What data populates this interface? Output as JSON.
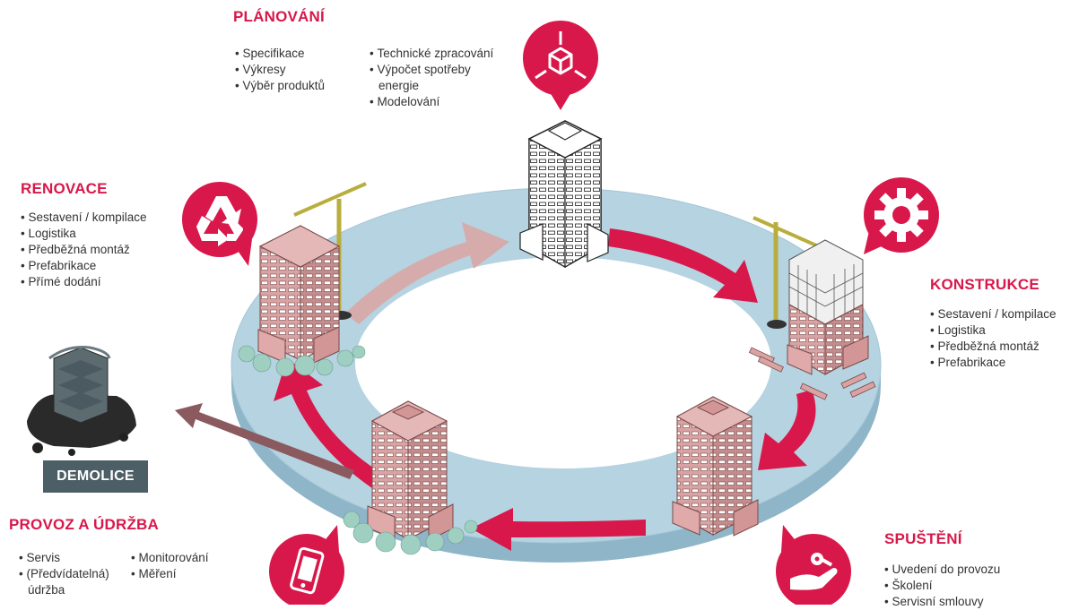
{
  "planovani": {
    "title": "PLÁNOVÁNÍ",
    "col1": [
      "Specifikace",
      "Výkresy",
      "Výběr produktů"
    ],
    "col2_items": [
      "Technické zpracování",
      "Výpočet spotřeby",
      "energie",
      "Modelování"
    ]
  },
  "renovace": {
    "title": "RENOVACE",
    "items": [
      "Sestavení / kompilace",
      "Logistika",
      "Předběžná montáž",
      "Prefabrikace",
      "Přímé dodání"
    ]
  },
  "konstrukce": {
    "title": "KONSTRUKCE",
    "items": [
      "Sestavení / kompilace",
      "Logistika",
      "Předběžná montáž",
      "Prefabrikace"
    ]
  },
  "demolice": {
    "label": "DEMOLICE"
  },
  "provoz": {
    "title": "PROVOZ A ÚDRŽBA",
    "col1_items": [
      "Servis",
      "(Předvídatelná)",
      "údržba"
    ],
    "col2": [
      "Monitorování",
      "Měření"
    ]
  },
  "spusteni": {
    "title": "SPUŠTĚNÍ",
    "items": [
      "Uvedení do provozu",
      "Školení",
      "Servisní smlouvy"
    ]
  },
  "icons": {
    "planning": "cube-arrows-icon",
    "renovation": "recycle-icon",
    "construction": "gear-icon",
    "operation": "smartphone-icon",
    "handover": "hand-key-icon"
  },
  "colors": {
    "accent": "#d8184a",
    "ring": "#b5d3e0",
    "building": "#d9a3a3",
    "crane": "#b9ad3e",
    "demolice_box": "#4d5f66"
  }
}
